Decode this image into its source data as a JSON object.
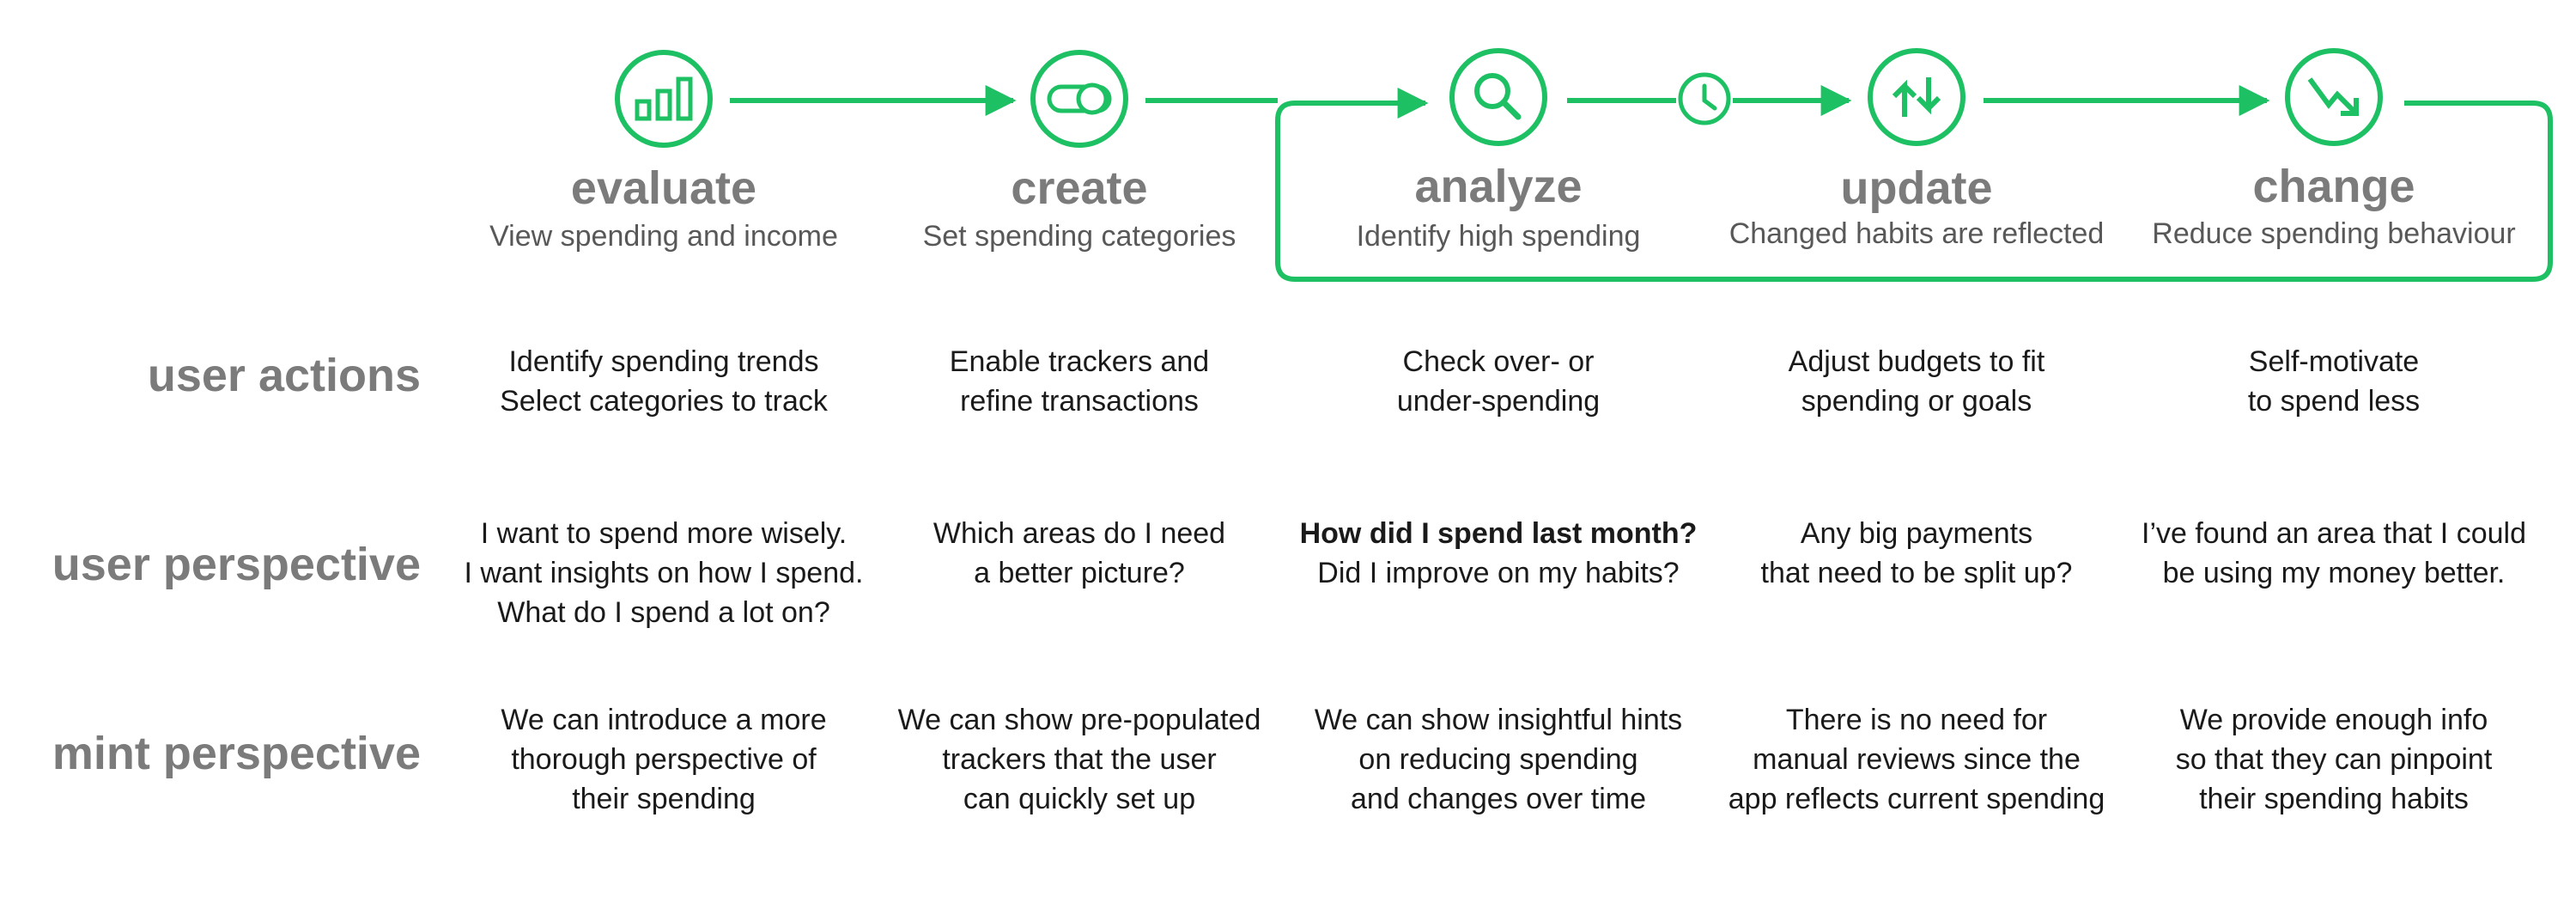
{
  "colors": {
    "accent": "#1dc062",
    "heading_gray": "#7b7b7b",
    "text": "#1a1a1a"
  },
  "stages": [
    {
      "title": "evaluate",
      "subtitle": "View spending and income",
      "icon": "bar-chart-icon"
    },
    {
      "title": "create",
      "subtitle": "Set spending categories",
      "icon": "toggle-icon"
    },
    {
      "title": "analyze",
      "subtitle": "Identify high spending",
      "icon": "search-icon"
    },
    {
      "title": "update",
      "subtitle": "Changed habits are reflected",
      "icon": "swap-arrows-icon"
    },
    {
      "title": "change",
      "subtitle": "Reduce spending behaviour",
      "icon": "trend-down-icon"
    }
  ],
  "clock_icon": "clock-icon",
  "rows": [
    {
      "label": "user actions",
      "cells": [
        {
          "lines": [
            "Identify spending trends",
            "Select categories to track"
          ]
        },
        {
          "lines": [
            "Enable trackers and",
            "refine transactions"
          ]
        },
        {
          "lines": [
            "Check over- or",
            "under-spending"
          ]
        },
        {
          "lines": [
            "Adjust budgets to fit",
            "spending or goals"
          ]
        },
        {
          "lines": [
            "Self-motivate",
            "to spend less"
          ]
        }
      ]
    },
    {
      "label": "user perspective",
      "cells": [
        {
          "lines": [
            "I want to spend more wisely.",
            "I want insights on how I spend.",
            "What do I spend a lot on?"
          ]
        },
        {
          "lines": [
            "Which areas do I need",
            "a better picture?"
          ]
        },
        {
          "lines": [
            "How did I spend last month?",
            "Did I improve on my habits?"
          ],
          "bold_first": true
        },
        {
          "lines": [
            "Any big payments",
            "that need to be split up?"
          ]
        },
        {
          "lines": [
            "I’ve found an area that I could",
            "be using my money better."
          ]
        }
      ]
    },
    {
      "label": "mint perspective",
      "cells": [
        {
          "lines": [
            "We can introduce a more",
            "thorough perspective of",
            "their spending"
          ]
        },
        {
          "lines": [
            "We can show pre-populated",
            "trackers that the user",
            "can quickly set up"
          ]
        },
        {
          "lines": [
            "We can show insightful hints",
            "on reducing spending",
            "and changes over time"
          ]
        },
        {
          "lines": [
            "There is no need for",
            "manual reviews since the",
            "app reflects current spending"
          ]
        },
        {
          "lines": [
            "We provide enough info",
            "so that they can pinpoint",
            "their spending habits"
          ]
        }
      ]
    }
  ]
}
